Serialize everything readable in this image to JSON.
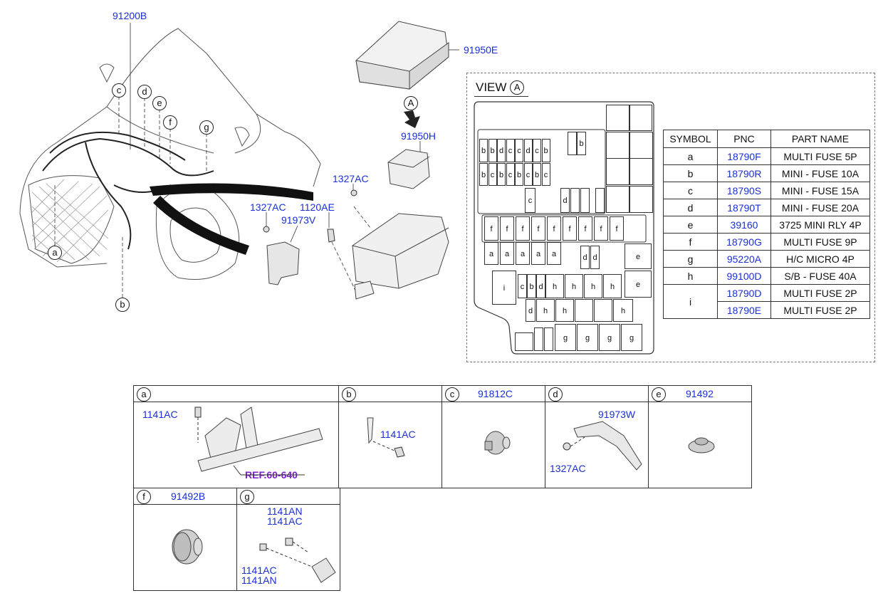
{
  "main_diagram": {
    "labels": {
      "harness": "91200B",
      "cover": "91950E",
      "junction_box": "91950H",
      "nut_top": "1327AC",
      "nut_left": "1327AC",
      "bolt": "1120AE",
      "bracket": "91973V",
      "view_arrow": "A"
    },
    "callouts": [
      "a",
      "b",
      "c",
      "d",
      "e",
      "f",
      "g"
    ]
  },
  "view": {
    "title": "VIEW",
    "symbol": "A",
    "fuse_letters": {
      "row1": [
        "b",
        "b",
        "d",
        "c",
        "c",
        "d",
        "c",
        "b"
      ],
      "row1_right": "b",
      "row2": [
        "b",
        "c",
        "b",
        "c",
        "b",
        "c",
        "b",
        "c"
      ],
      "row3_c": "c",
      "row3_d": "d",
      "row4": [
        "f",
        "f",
        "f",
        "f",
        "f",
        "f",
        "f",
        "f",
        "f"
      ],
      "row5": [
        "a",
        "a",
        "a",
        "a",
        "a"
      ],
      "row5_d": [
        "d",
        "d"
      ],
      "e1": "e",
      "e2": "e",
      "i": "i",
      "row6": [
        "c",
        "b",
        "d",
        "h",
        "h",
        "h",
        "h"
      ],
      "row7": [
        "d",
        "h",
        "h",
        "h"
      ],
      "row8": [
        "g",
        "g",
        "g",
        "g"
      ]
    }
  },
  "parts_table": {
    "headers": [
      "SYMBOL",
      "PNC",
      "PART NAME"
    ],
    "rows": [
      {
        "symbol": "a",
        "pnc": "18790F",
        "name": "MULTI FUSE 5P"
      },
      {
        "symbol": "b",
        "pnc": "18790R",
        "name": "MINI - FUSE 10A"
      },
      {
        "symbol": "c",
        "pnc": "18790S",
        "name": "MINI - FUSE 15A"
      },
      {
        "symbol": "d",
        "pnc": "18790T",
        "name": "MINI - FUSE 20A"
      },
      {
        "symbol": "e",
        "pnc": "39160",
        "name": "3725 MINI RLY 4P"
      },
      {
        "symbol": "f",
        "pnc": "18790G",
        "name": "MULTI FUSE 9P"
      },
      {
        "symbol": "g",
        "pnc": "95220A",
        "name": "H/C MICRO 4P"
      },
      {
        "symbol": "h",
        "pnc": "99100D",
        "name": "S/B - FUSE 40A"
      }
    ],
    "row_i": {
      "symbol": "i",
      "pnc1": "18790D",
      "name1": "MULTI FUSE 2P",
      "pnc2": "18790E",
      "name2": "MULTI FUSE 2P"
    }
  },
  "details": {
    "a": {
      "letter": "a",
      "pnc": "",
      "label": "1141AC",
      "ref": "REF.60-640"
    },
    "b": {
      "letter": "b",
      "pnc": "",
      "label": "1141AC"
    },
    "c": {
      "letter": "c",
      "pnc": "91812C"
    },
    "d": {
      "letter": "d",
      "pnc": "",
      "label1": "91973W",
      "label2": "1327AC"
    },
    "e": {
      "letter": "e",
      "pnc": "91492"
    },
    "f": {
      "letter": "f",
      "pnc": "91492B"
    },
    "g": {
      "letter": "g",
      "pnc": "",
      "label_top1": "1141AN",
      "label_top2": "1141AC",
      "label_bot1": "1141AC",
      "label_bot2": "1141AN"
    }
  }
}
